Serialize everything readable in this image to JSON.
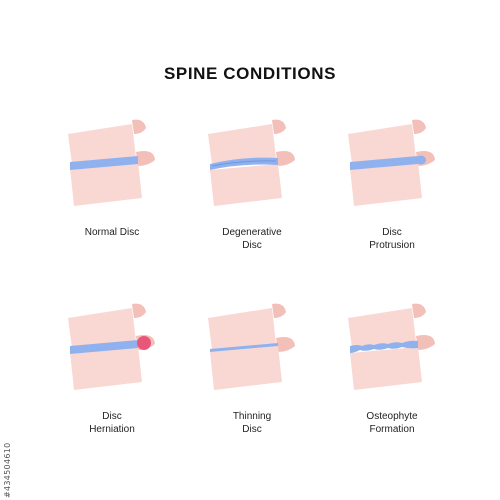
{
  "title": "SPINE CONDITIONS",
  "conditions": [
    {
      "line1": "Normal Disc",
      "line2": "",
      "kind": "normal"
    },
    {
      "line1": "Degenerative",
      "line2": "Disc",
      "kind": "degenerative"
    },
    {
      "line1": "Disc",
      "line2": "Protrusion",
      "kind": "protrusion"
    },
    {
      "line1": "Disc",
      "line2": "Herniation",
      "kind": "herniation"
    },
    {
      "line1": "Thinning",
      "line2": "Disc",
      "kind": "thinning"
    },
    {
      "line1": "Osteophyte",
      "line2": "Formation",
      "kind": "osteophyte"
    }
  ],
  "stock_id": "#434504610",
  "colors": {
    "bone": "#f9d7d3",
    "bone_shade": "#f3bfb9",
    "disc": "#8fb2ef",
    "disc_dark": "#6f95e0",
    "herniation": "#e8577a",
    "protrusion": "#8fb2ef"
  }
}
